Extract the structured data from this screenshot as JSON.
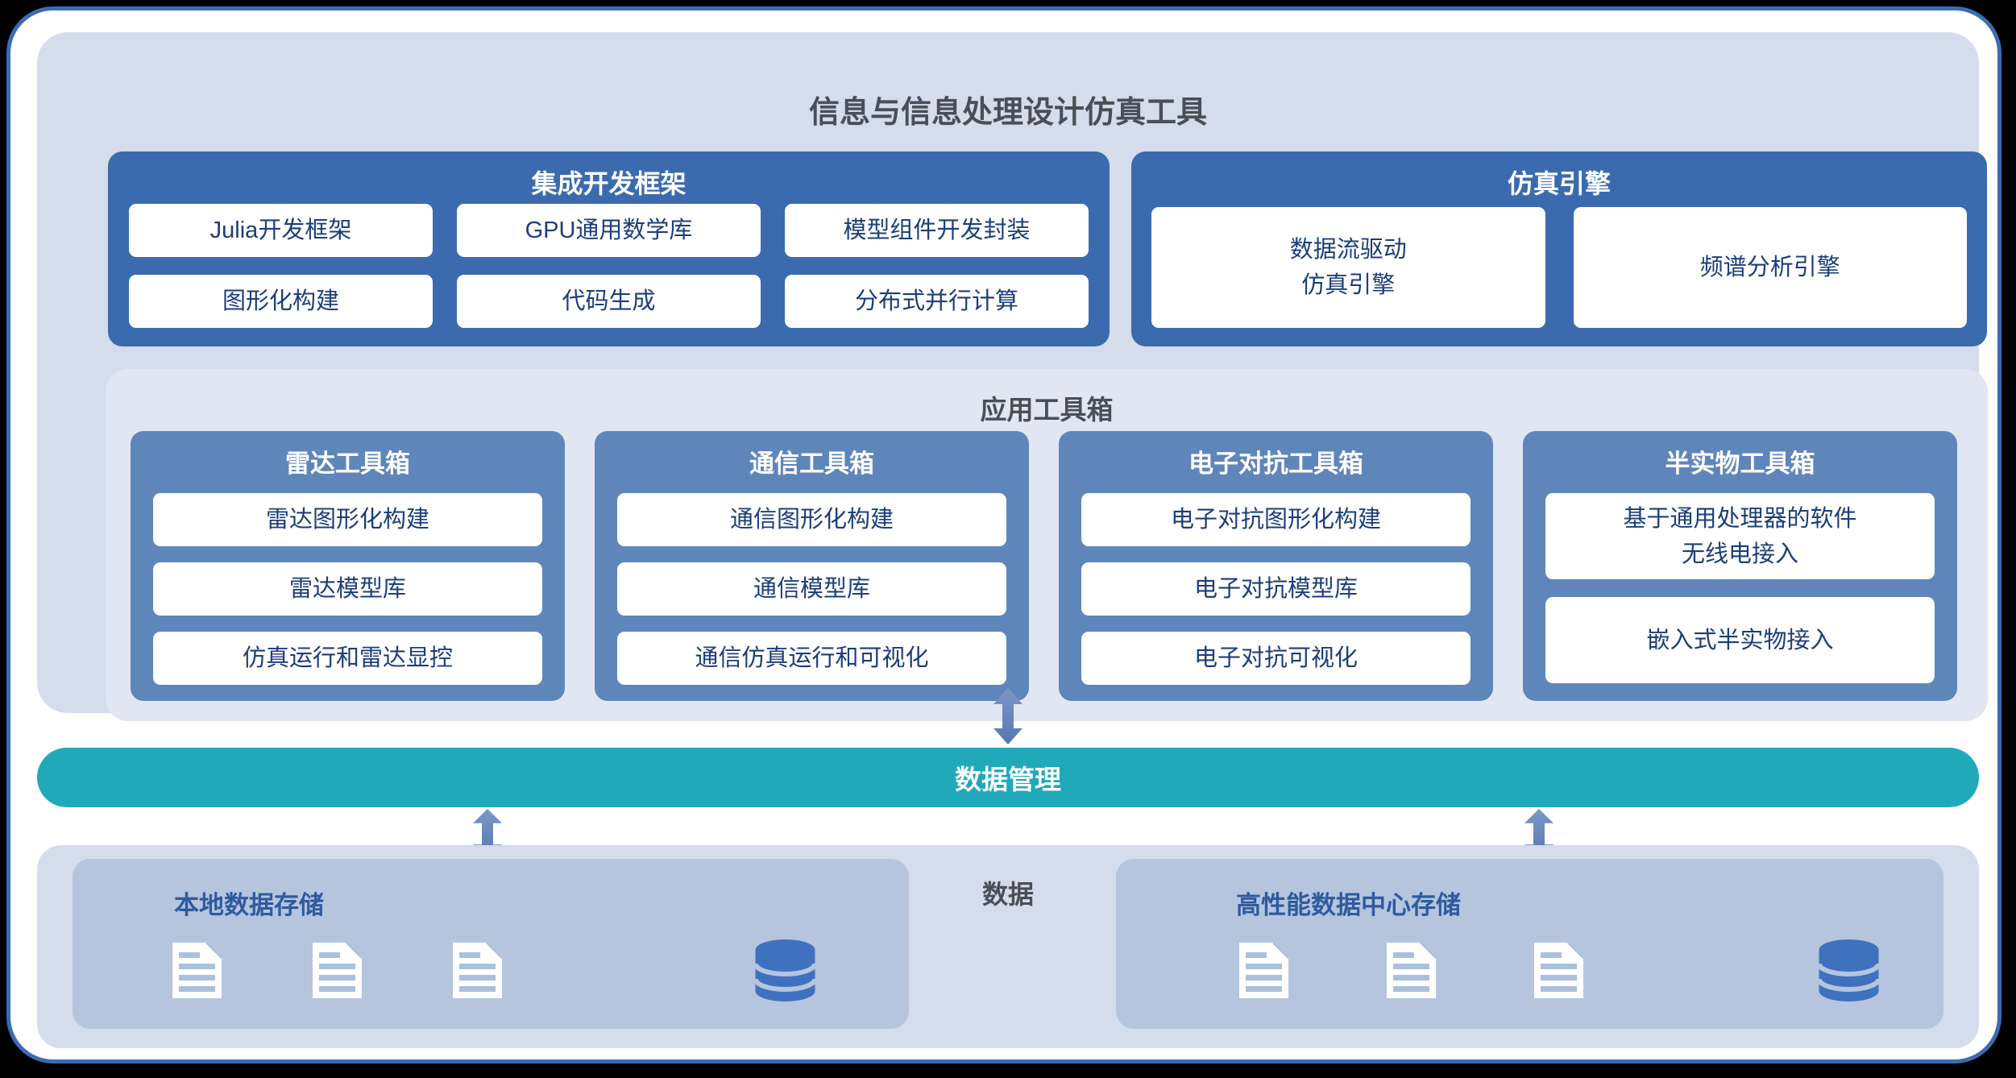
{
  "header": {
    "title": "信息与信息处理设计仿真工具"
  },
  "dev_framework": {
    "title": "集成开发框架",
    "items": [
      "Julia开发框架",
      "GPU通用数学库",
      "模型组件开发封装",
      "图形化构建",
      "代码生成",
      "分布式并行计算"
    ]
  },
  "sim_engine": {
    "title": "仿真引擎",
    "cards": [
      {
        "l1": "数据流驱动",
        "l2": "仿真引擎"
      },
      {
        "l1": "频谱分析引擎",
        "l2": ""
      }
    ]
  },
  "app_toolbox": {
    "title": "应用工具箱",
    "toolboxes": [
      {
        "title": "雷达工具箱",
        "items": [
          "雷达图形化构建",
          "雷达模型库",
          "仿真运行和雷达显控"
        ]
      },
      {
        "title": "通信工具箱",
        "items": [
          "通信图形化构建",
          "通信模型库",
          "通信仿真运行和可视化"
        ]
      },
      {
        "title": "电子对抗工具箱",
        "items": [
          "电子对抗图形化构建",
          "电子对抗模型库",
          "电子对抗可视化"
        ]
      },
      {
        "title": "半实物工具箱",
        "cards": [
          {
            "l1": "基于通用处理器的软件",
            "l2": "无线电接入"
          },
          {
            "l1": "嵌入式半实物接入",
            "l2": ""
          }
        ]
      }
    ]
  },
  "data_management": {
    "label": "数据管理"
  },
  "data_layer": {
    "label": "数据",
    "local": {
      "title": "本地数据存储",
      "icons": [
        "document-icon",
        "document-icon",
        "document-icon",
        "database-icon"
      ]
    },
    "hpc": {
      "title": "高性能数据中心存储",
      "icons": [
        "document-icon",
        "document-icon",
        "document-icon",
        "database-icon"
      ]
    }
  },
  "colors": {
    "card_border": "#3a6cb4",
    "dark_blue_box": "#3b6bae",
    "toolbox_blue": "#5f86bb",
    "teal_bar": "#20a9b8",
    "outer_panel": "#d5dceb",
    "inner_panel": "#e0e6f2",
    "storage_box": "#b5c5de",
    "item_text": "#1c3e79",
    "storage_title_text": "#2e5b9f",
    "gray_title_text": "#4a4e56",
    "database_icon": "#3e72be",
    "doc_stripe": "#aac0de",
    "arrow_top_shade": "#7d98c8",
    "arrow_bottom_shade": "#5577b0"
  }
}
